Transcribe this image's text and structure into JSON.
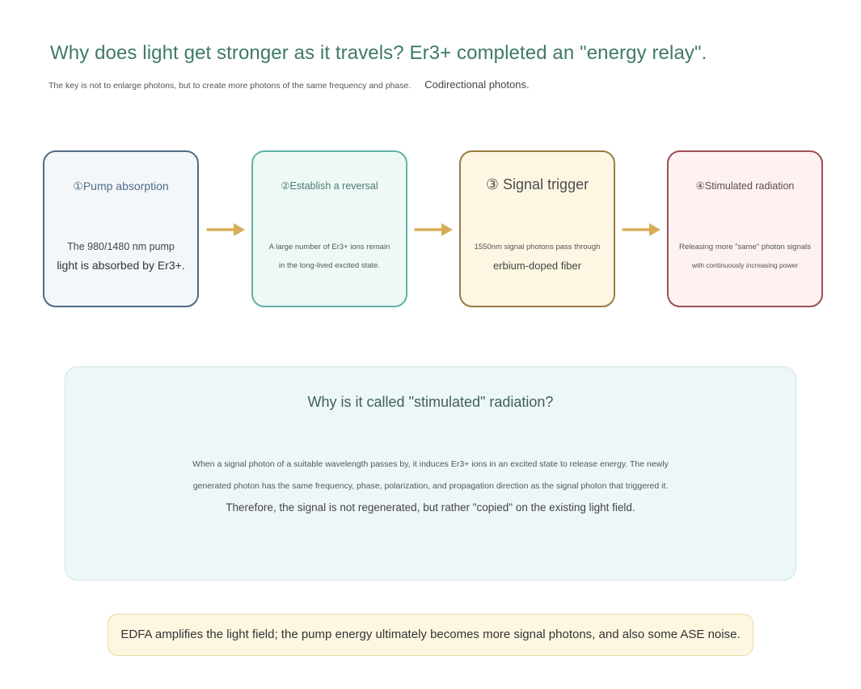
{
  "header": {
    "title": "Why does light get stronger as it travels? Er3+ completed an \"energy relay\".",
    "subtitle": "The key is not to enlarge photons, but to create more photons of the same frequency and phase.",
    "subtitle_aside": "Codirectional photons."
  },
  "steps": [
    {
      "title": "①Pump absorption",
      "line1": "The 980/1480 nm pump",
      "line2": "light is absorbed by Er3+.",
      "border_color": "#4f6b86",
      "fill_color": "#f4f7fa"
    },
    {
      "title": "②Establish a reversal",
      "line1": "A large number of Er3+ ions remain",
      "line2": "in the long-lived excited state.",
      "border_color": "#5fb3a6",
      "fill_color": "#eef9f6"
    },
    {
      "title": "③ Signal trigger",
      "line1": "1550nm signal photons pass through",
      "line2": "erbium-doped fiber",
      "border_color": "#9a7a44",
      "fill_color": "#fdf6e2"
    },
    {
      "title": "④Stimulated radiation",
      "line1": "Releasing more \"same\" photon signals",
      "line2": "with continuously increasing power",
      "border_color": "#9e4d55",
      "fill_color": "#fdf1f2"
    }
  ],
  "arrow_color": "#d8ad58",
  "explanation": {
    "title": "Why is it called \"stimulated\" radiation?",
    "line1": "When a signal photon of a suitable wavelength passes by, it induces Er3+ ions in an excited state to release energy. The newly",
    "line2": "generated photon has the same frequency, phase, polarization, and propagation direction as the signal photon that triggered it.",
    "line3": "Therefore, the signal is not regenerated, but rather \"copied\" on the existing light field."
  },
  "footer": {
    "text": "EDFA amplifies the light field; the pump energy ultimately becomes more signal photons, and also some ASE noise."
  }
}
